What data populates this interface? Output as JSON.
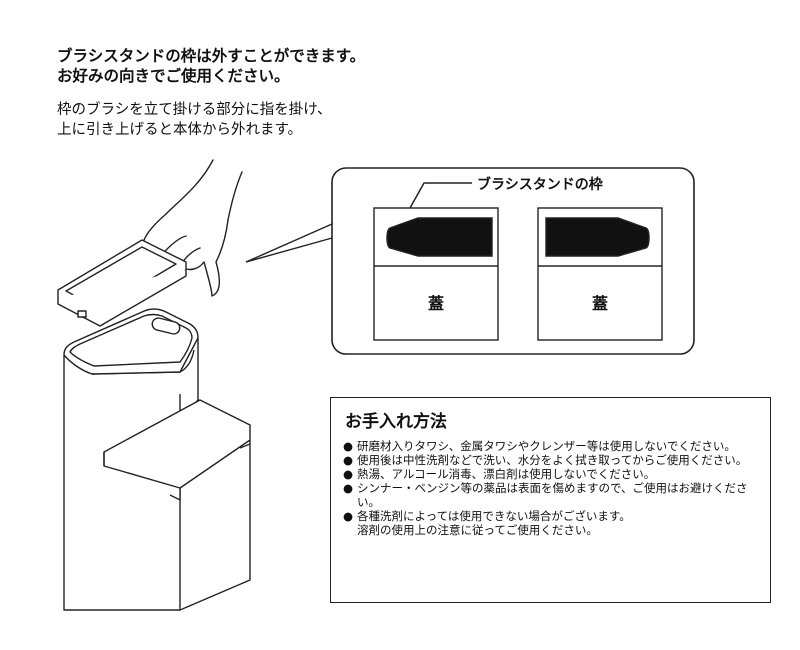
{
  "heading": {
    "line1": "ブラシスタンドの枠は外すことができます。",
    "line2": "お好みの向きでご使用ください。"
  },
  "description": {
    "line1": "枠のブラシを立て掛ける部分に指を掛け、",
    "line2": "上に引き上げると本体から外れます。"
  },
  "callout": {
    "frame_label": "ブラシスタンドの枠",
    "lid_label_left": "蓋",
    "lid_label_right": "蓋"
  },
  "care": {
    "title": "お手入れ方法",
    "items": [
      "研磨材入りタワシ、金属タワシやクレンザー等は使用しないでください。",
      "使用後は中性洗剤などで洗い、水分をよく拭き取ってからご使用ください。",
      "熱湯、アルコール消毒、漂白剤は使用しないでください。",
      "シンナー・ベンジン等の薬品は表面を傷めますので、ご使用はお避けください。",
      "各種洗剤によっては使用できない場合がございます。"
    ],
    "note": "溶剤の使用上の注意に従ってご使用ください。"
  }
}
